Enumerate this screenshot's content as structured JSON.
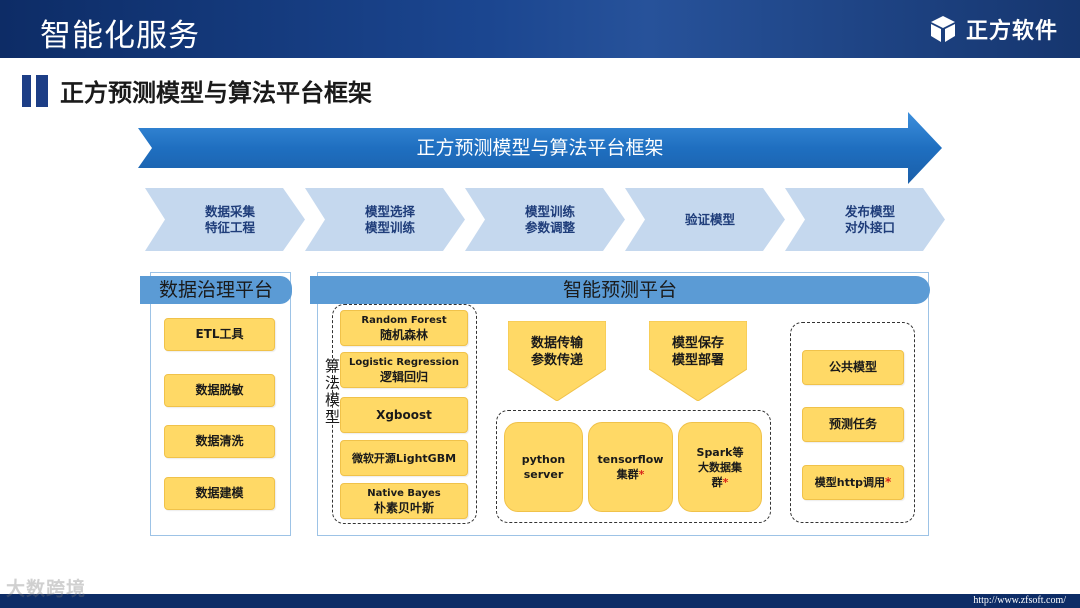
{
  "header": {
    "title": "智能化服务",
    "logo_text": "正方软件"
  },
  "section": {
    "title": "正方预测模型与算法平台框架"
  },
  "banner": {
    "label": "正方预测模型与算法平台框架"
  },
  "stages": [
    {
      "line1": "数据采集",
      "line2": "特征工程"
    },
    {
      "line1": "模型选择",
      "line2": "模型训练"
    },
    {
      "line1": "模型训练",
      "line2": "参数调整"
    },
    {
      "line1": "验证模型",
      "line2": ""
    },
    {
      "line1": "发布模型",
      "line2": "对外接口"
    }
  ],
  "governance": {
    "title": "数据治理平台",
    "items": [
      "ETL工具",
      "数据脱敏",
      "数据清洗",
      "数据建模"
    ]
  },
  "prediction": {
    "title": "智能预测平台",
    "algo_label": "算法模型",
    "algorithms": [
      {
        "en": "Random Forest",
        "zh": "随机森林"
      },
      {
        "en": "Logistic Regression",
        "zh": "逻辑回归"
      },
      {
        "en": "Xgboost",
        "zh": ""
      },
      {
        "en": "微软开源LightGBM",
        "zh": ""
      },
      {
        "en": "Native Bayes",
        "zh": "朴素贝叶斯"
      }
    ],
    "transfer": {
      "line1": "数据传输",
      "line2": "参数传递"
    },
    "deploy": {
      "line1": "模型保存",
      "line2": "模型部署"
    },
    "runtimes": [
      {
        "line1": "python",
        "line2": "server",
        "star": ""
      },
      {
        "line1": "tensorflow",
        "line2": "集群",
        "star": "*"
      },
      {
        "line1": "Spark等",
        "line2": "大数据集",
        "line3": "群",
        "star": "*"
      }
    ],
    "services": [
      {
        "label": "公共模型",
        "star": ""
      },
      {
        "label": "预测任务",
        "star": ""
      },
      {
        "label": "模型http调用",
        "star": "*"
      }
    ]
  },
  "footer": {
    "url": "http://www.zfsoft.com/",
    "watermark": "大数跨境"
  },
  "colors": {
    "header": "#0d2c66",
    "accent": "#1f6fc0",
    "panel_head": "#5b9bd5",
    "chevron": "#c5d8ee",
    "button": "#ffd966"
  }
}
